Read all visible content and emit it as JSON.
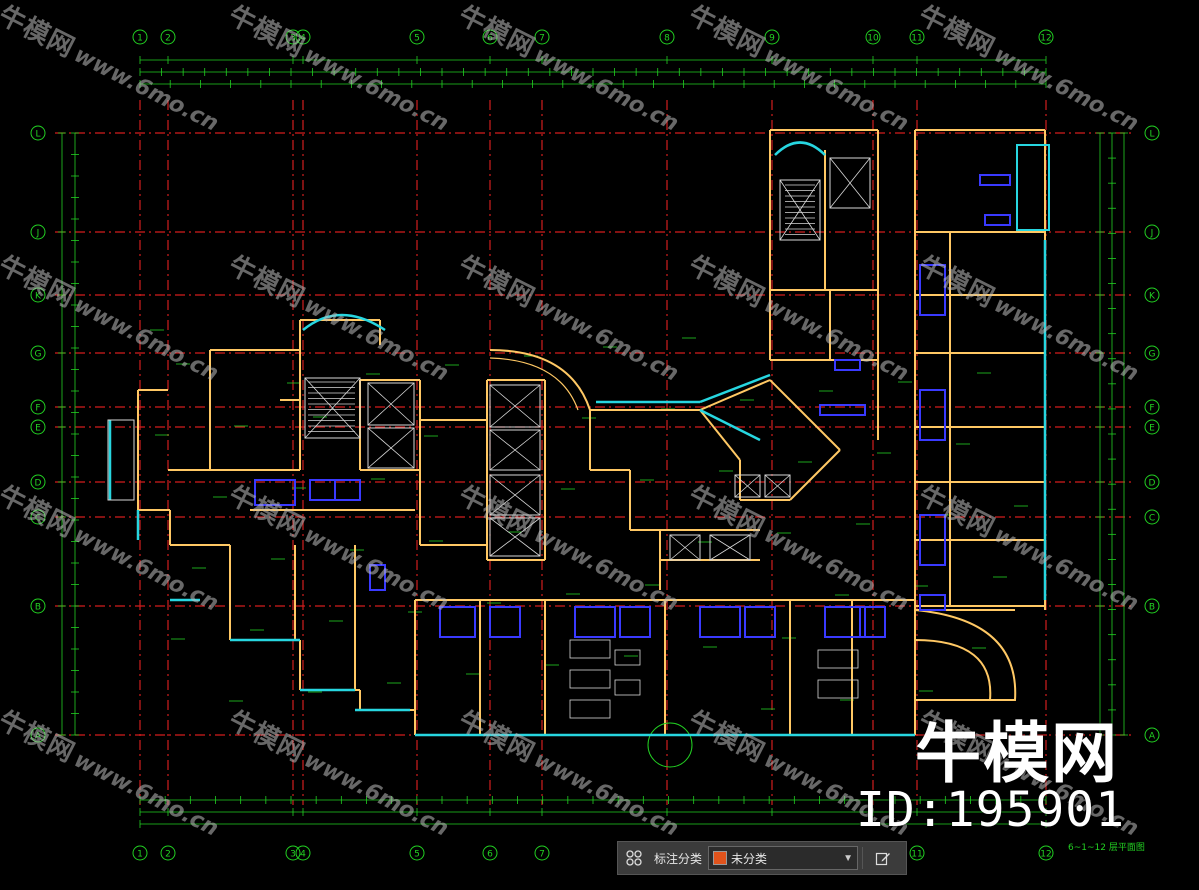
{
  "drawing": {
    "colors": {
      "background": "#000000",
      "grid_axis": "#d21e1e",
      "dimension": "#22d022",
      "wall": "#ffc864",
      "window": "#27d6e0",
      "fixture": "#2020d0",
      "text": "#22d022"
    },
    "column_labels": [
      "1",
      "2",
      "3",
      "4",
      "5",
      "6",
      "7",
      "8",
      "9",
      "10",
      "11",
      "12"
    ],
    "row_labels": [
      "L",
      "J",
      "K",
      "G",
      "F",
      "E",
      "D",
      "C",
      "B",
      "A"
    ],
    "sheet_title": "6~1~12 层平面图"
  },
  "watermark": {
    "brand_text": "牛模网",
    "url_text": "www.6mo.cn",
    "id_text": "ID:195901"
  },
  "toolbar": {
    "icon": "annotation-grid-icon",
    "label": "标注分类",
    "selected_value": "未分类",
    "swatch_color": "#e0531c",
    "dropdown_icon": "chevron-down-icon",
    "edit_icon": "edit-pencil-icon"
  }
}
